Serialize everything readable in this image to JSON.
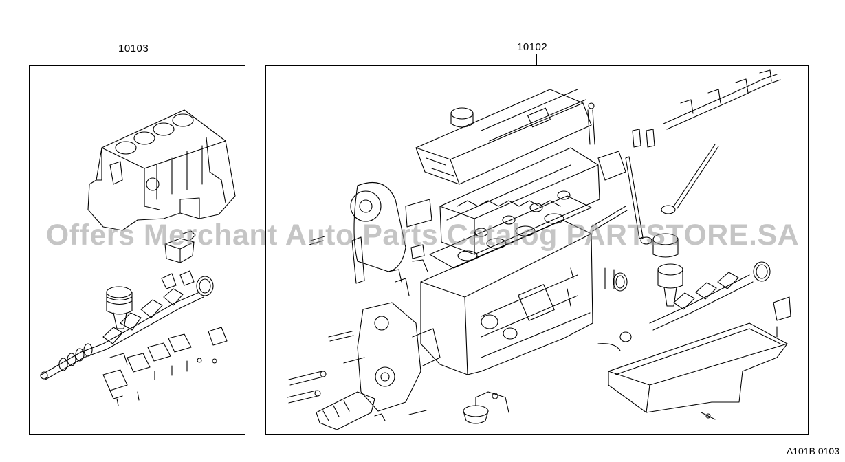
{
  "diagram": {
    "left_part_number": "10103",
    "right_part_number": "10102",
    "reference_code": "A101B 0103"
  },
  "watermark": {
    "text": "Offers Merchant Auto Parts Catalog PARTSTORE.SA"
  }
}
